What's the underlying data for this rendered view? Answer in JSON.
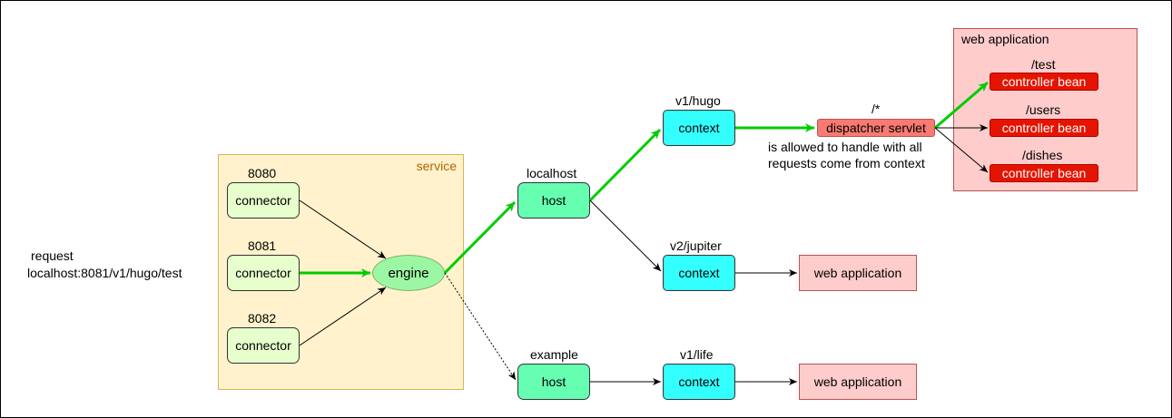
{
  "request": {
    "line1": "request",
    "line2": "localhost:8081/v1/hugo/test"
  },
  "service": {
    "title": "service"
  },
  "connectors": [
    {
      "port": "8080",
      "label": "connector"
    },
    {
      "port": "8081",
      "label": "connector"
    },
    {
      "port": "8082",
      "label": "connector"
    }
  ],
  "engine": {
    "label": "engine"
  },
  "hosts": [
    {
      "name": "localhost",
      "label": "host"
    },
    {
      "name": "example",
      "label": "host"
    }
  ],
  "contexts": [
    {
      "path": "v1/hugo",
      "label": "context"
    },
    {
      "path": "v2/jupiter",
      "label": "context"
    },
    {
      "path": "v1/life",
      "label": "context"
    }
  ],
  "web_apps": [
    "web application",
    "web application"
  ],
  "dispatcher": {
    "mapping": "/*",
    "label": "dispatcher servlet",
    "note_line1": "is allowed to handle with all",
    "note_line2": "requests come from context"
  },
  "web_app_group": {
    "title": "web application",
    "beans": [
      {
        "path": "/test",
        "label": "controller bean"
      },
      {
        "path": "/users",
        "label": "controller bean"
      },
      {
        "path": "/dishes",
        "label": "controller bean"
      }
    ]
  },
  "colors": {
    "active_path": "#00cc00",
    "inactive_path": "#000000",
    "service_fill": "#fff2cc",
    "connector_fill": "#e6ffcc",
    "engine_fill": "#9cf7a4",
    "host_fill": "#66ffb2",
    "context_fill": "#33ffff",
    "webapp_fill": "#ffcccc",
    "dispatcher_fill": "#f87a72",
    "bean_fill": "#e51400"
  }
}
